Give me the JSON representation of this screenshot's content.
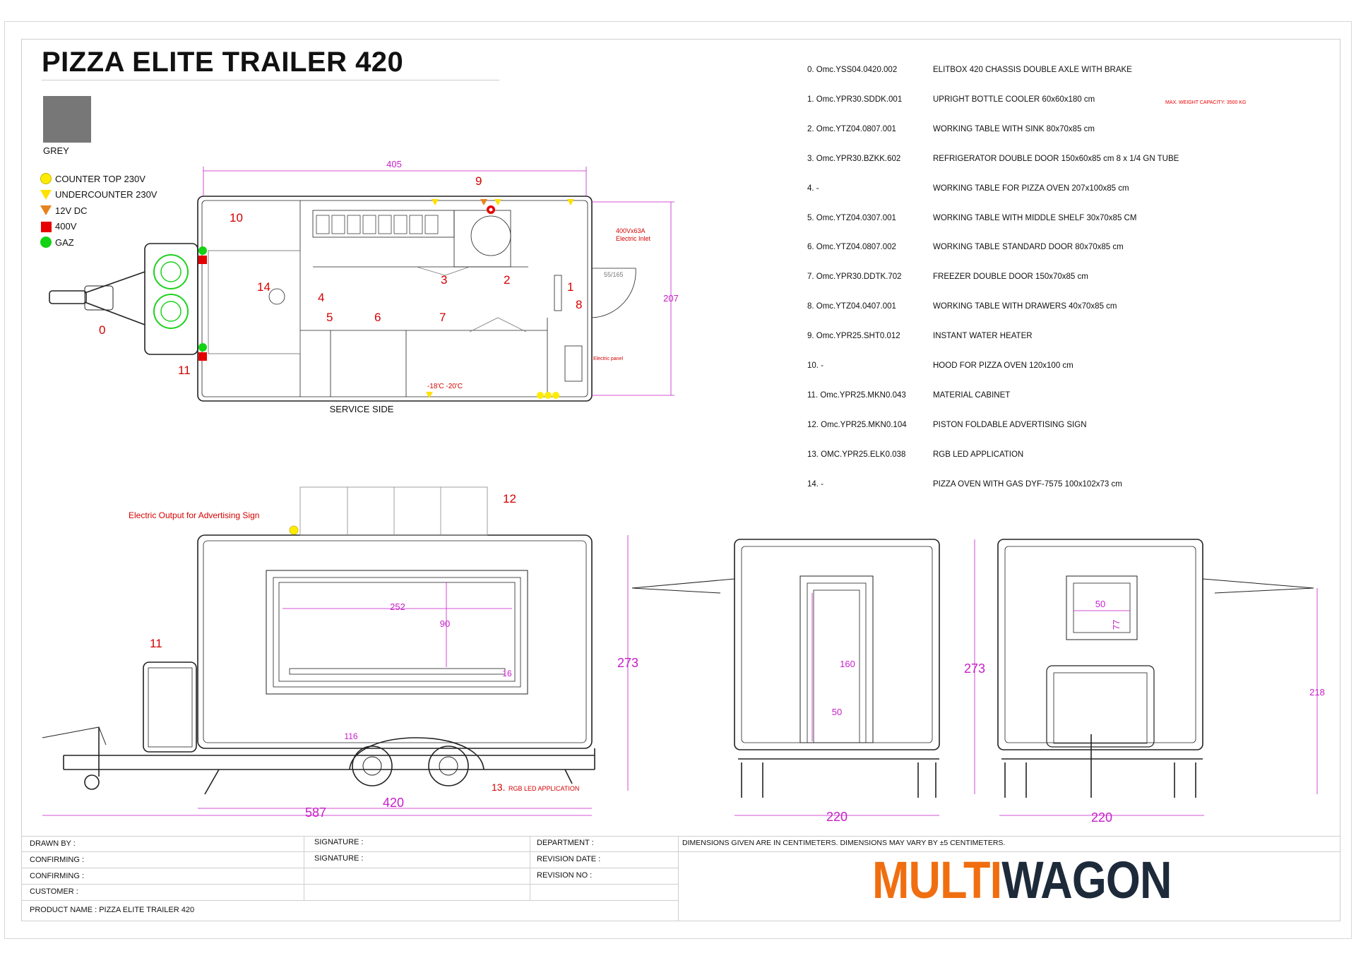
{
  "title": "PIZZA ELITE TRAILER 420",
  "color_swatch": {
    "label": "GREY",
    "color": "#777777"
  },
  "legend": [
    {
      "symbol": "yellow-circle",
      "label": "COUNTER TOP 230V"
    },
    {
      "symbol": "yellow-triangle",
      "label": "UNDERCOUNTER 230V"
    },
    {
      "symbol": "orange-triangle",
      "label": "12V DC"
    },
    {
      "symbol": "red-square",
      "label": "400V"
    },
    {
      "symbol": "green-circle",
      "label": "GAZ"
    }
  ],
  "parts": [
    {
      "code": "0. Omc.YSS04.0420.002",
      "desc": "ELITBOX 420 CHASSIS DOUBLE AXLE WITH BRAKE"
    },
    {
      "code": "1. Omc.YPR30.SDDK.001",
      "desc": "UPRIGHT BOTTLE COOLER 60x60x180 cm"
    },
    {
      "code": "2. Omc.YTZ04.0807.001",
      "desc": "WORKING TABLE WITH SINK 80x70x85 cm"
    },
    {
      "code": "3. Omc.YPR30.BZKK.602",
      "desc": "REFRIGERATOR DOUBLE DOOR 150x60x85 cm 8 x 1/4 GN TUBE"
    },
    {
      "code": "4.                -",
      "desc": "WORKING TABLE FOR PIZZA OVEN 207x100x85 cm"
    },
    {
      "code": "5. Omc.YTZ04.0307.001",
      "desc": "WORKING TABLE WITH MIDDLE SHELF 30x70x85 CM"
    },
    {
      "code": "6. Omc.YTZ04.0807.002",
      "desc": "WORKING TABLE STANDARD DOOR 80x70x85 cm"
    },
    {
      "code": "7. Omc.YPR30.DDTK.702",
      "desc": "FREEZER DOUBLE DOOR 150x70x85 cm"
    },
    {
      "code": "8. Omc.YTZ04.0407.001",
      "desc": "WORKING TABLE WITH DRAWERS 40x70x85 cm"
    },
    {
      "code": "9. Omc.YPR25.SHT0.012",
      "desc": "INSTANT WATER HEATER"
    },
    {
      "code": "10.               -",
      "desc": "HOOD FOR PIZZA OVEN 120x100 cm"
    },
    {
      "code": "11. Omc.YPR25.MKN0.043",
      "desc": "MATERIAL CABINET"
    },
    {
      "code": "12. Omc.YPR25.MKN0.104",
      "desc": "PISTON FOLDABLE ADVERTISING SIGN"
    },
    {
      "code": "13. OMC.YPR25.ELK0.038",
      "desc": "RGB LED APPLICATION"
    },
    {
      "code": "14.               -",
      "desc": "PIZZA OVEN WITH GAS DYF-7575 100x102x73 cm"
    }
  ],
  "max_weight": "MAX. WEIGHT CAPACITY: 3500 KG",
  "plan": {
    "dim_length": "405",
    "dim_width": "207",
    "door_note": "55/165",
    "electric_inlet": "400Vx63A\nElectric Inlet",
    "electric_inlet_1": "400Vx63A",
    "electric_inlet_2": "Electric Inlet",
    "electric_panel": "Electric panel",
    "freezer_temp": "-18'C -20'C",
    "service_side": "SERVICE SIDE",
    "labels": {
      "n0": "0",
      "n1": "1",
      "n2": "2",
      "n3": "3",
      "n4": "4",
      "n5": "5",
      "n6": "6",
      "n7": "7",
      "n8": "8",
      "n9": "9",
      "n10": "10",
      "n11": "11",
      "n14": "14"
    }
  },
  "side": {
    "sign_note": "Electric Output for Advertising Sign",
    "n11": "11",
    "n12": "12",
    "n13": "13.",
    "rgb_label": "RGB LED APPLICATION",
    "window_w": "252",
    "window_h": "90",
    "window_sill": "16",
    "step": "116",
    "height": "273",
    "total_length": "587",
    "box_length": "420"
  },
  "rear": {
    "door_h": "160",
    "door_w": "50",
    "height": "273",
    "width": "220"
  },
  "front": {
    "window_w": "50",
    "window_h": "77",
    "height": "218",
    "width": "220"
  },
  "title_block": {
    "drawn_by": "DRAWN BY     :",
    "confirming1": "CONFIRMING :",
    "confirming2": "CONFIRMING :",
    "customer": "CUSTOMER     :",
    "product_name": "PRODUCT NAME  : PIZZA ELITE TRAILER 420",
    "signature1": "SIGNATURE :",
    "signature2": "SIGNATURE  :",
    "department": "DEPARTMENT     :",
    "revision_date": "REVISION DATE  :",
    "revision_no": "REVISION NO     :",
    "dimensions_note": "DIMENSIONS GIVEN ARE IN CENTIMETERS. DIMENSIONS MAY VARY BY ±5 CENTIMETERS.",
    "logo_a": "MULTI",
    "logo_b": "WAGON"
  },
  "colors": {
    "dimension": "#c71ec9",
    "label_red": "#d40000",
    "logo_orange": "#f06e10",
    "logo_dark": "#1d2a3a"
  }
}
